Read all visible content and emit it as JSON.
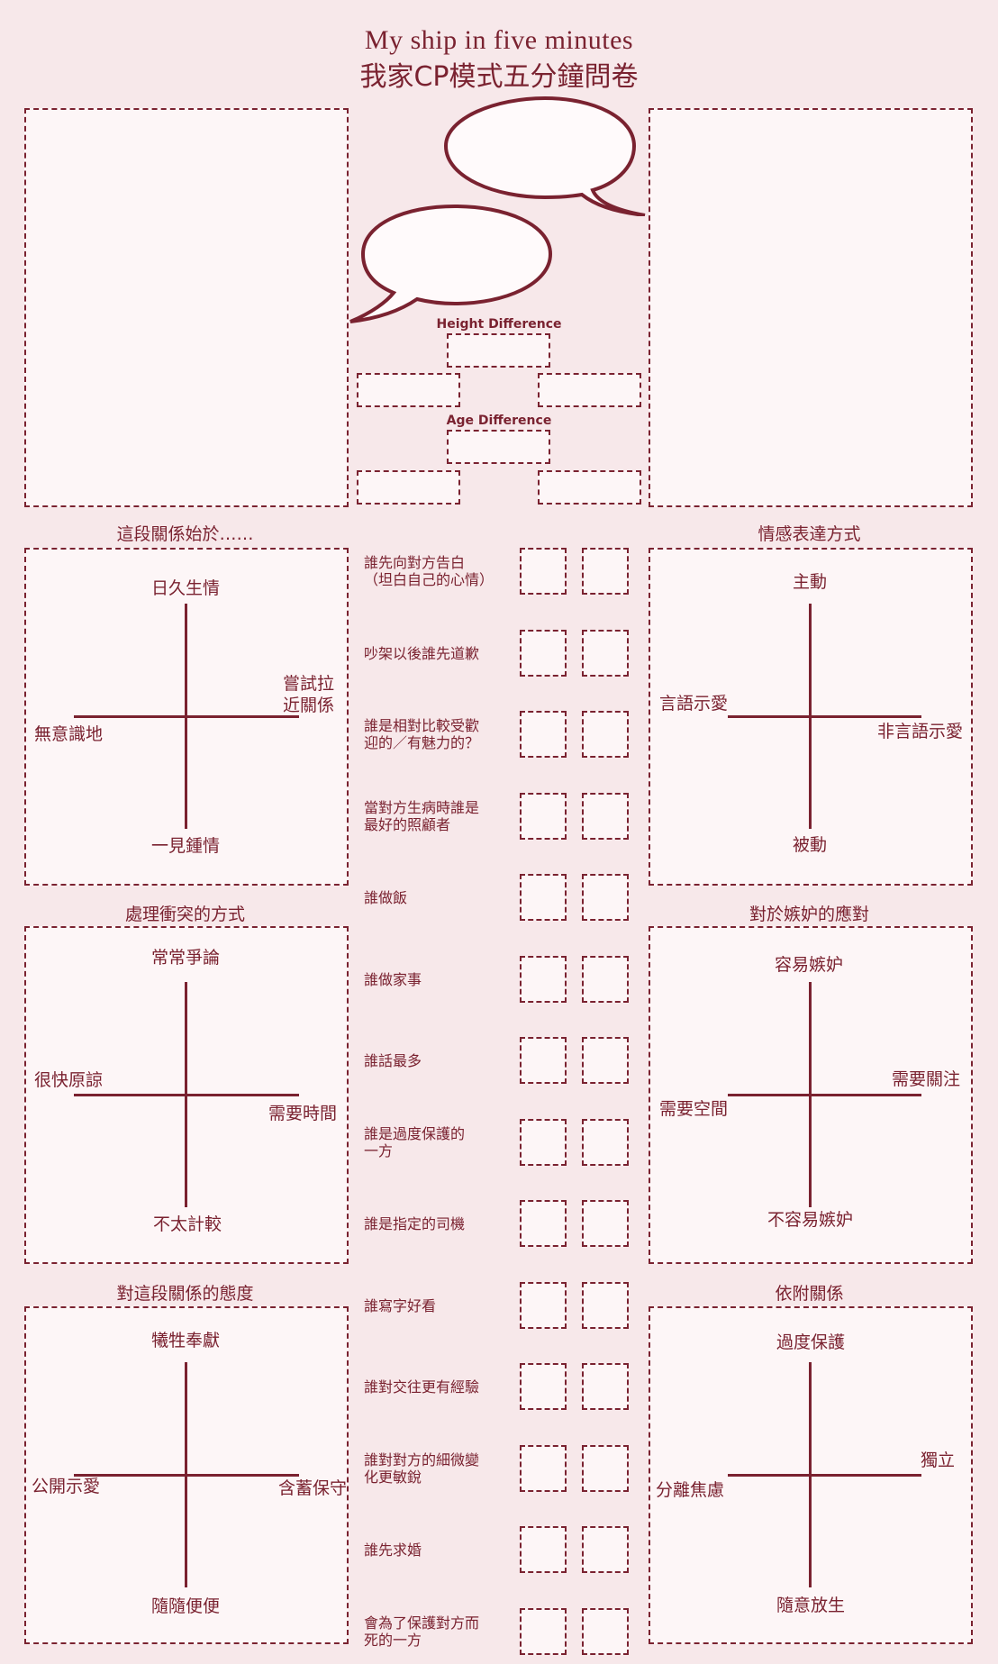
{
  "header": {
    "title_en": "My ship in five minutes",
    "title_zh": "我家CP模式五分鐘問卷"
  },
  "middle": {
    "height_label": "Height Difference",
    "age_label": "Age Difference"
  },
  "quadrants": {
    "start": {
      "title": "這段關係始於……",
      "top": "日久生情",
      "bottom": "一見鍾情",
      "left": "無意識地",
      "right": "嘗試拉\n近關係"
    },
    "expression": {
      "title": "情感表達方式",
      "top": "主動",
      "bottom": "被動",
      "left": "言語示愛",
      "right": "非言語示愛"
    },
    "conflict": {
      "title": "處理衝突的方式",
      "top": "常常爭論",
      "bottom": "不太計較",
      "left": "很快原諒",
      "right": "需要時間"
    },
    "jealousy": {
      "title": "對於嫉妒的應對",
      "top": "容易嫉妒",
      "bottom": "不容易嫉妒",
      "left": "需要空間",
      "right": "需要關注"
    },
    "attitude": {
      "title": "對這段關係的態度",
      "top": "犧牲奉獻",
      "bottom": "隨隨便便",
      "left": "公開示愛",
      "right": "含蓄保守"
    },
    "attachment": {
      "title": "依附關係",
      "top": "過度保護",
      "bottom": "隨意放生",
      "left": "分離焦慮",
      "right": "獨立"
    }
  },
  "questions": [
    "誰先向對方告白\n（坦白自己的心情）",
    "吵架以後誰先道歉",
    "誰是相對比較受歡\n迎的／有魅力的？",
    "當對方生病時誰是\n最好的照顧者",
    "誰做飯",
    "誰做家事",
    "誰話最多",
    "誰是過度保護的\n一方",
    "誰是指定的司機",
    "誰寫字好看",
    "誰對交往更有經驗",
    "誰對對方的細微變\n化更敏銳",
    "誰先求婚",
    "會為了保護對方而\n死的一方"
  ]
}
